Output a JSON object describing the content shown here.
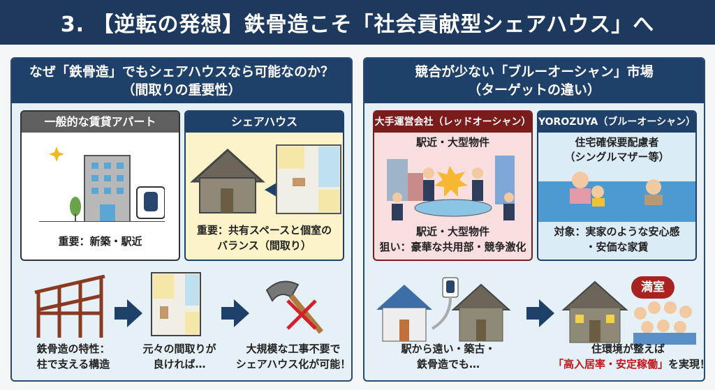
{
  "title": "3. 【逆転の発想】鉄骨造こそ「社会貢献型シェアハウス」へ",
  "left": {
    "heading": "なぜ「鉄骨造」でもシェアハウスなら可能なのか？",
    "subheading": "（間取りの重要性）",
    "card_apartment": {
      "title": "一般的な賃貸アパート",
      "text": "重要：新築・駅近"
    },
    "card_sharehouse": {
      "title": "シェアハウス",
      "text_line1": "重要：共有スペースと個室の",
      "text_line2": "バランス（間取り）"
    },
    "steps": [
      {
        "line1": "鉄骨造の特性：",
        "line2": "柱で支える構造"
      },
      {
        "line1": "元々の間取りが",
        "line2": "良ければ…"
      },
      {
        "line1": "大規模な工事不要で",
        "line2": "シェアハウス化が可能！"
      }
    ]
  },
  "right": {
    "heading": "競合が少ない「ブルーオーシャン」市場",
    "subheading": "（ターゲットの違い）",
    "card_red": {
      "title": "大手運営会社（レッドオーシャン）",
      "top": "駅近・大型物件",
      "line1": "駅近・大型物件",
      "line2": "狙い：豪華な共用部・競争激化"
    },
    "card_blue": {
      "title": "YOROZUYA（ブルーオーシャン）",
      "top1": "住宅確保要配慮者",
      "top2": "（シングルマザー等）",
      "line1": "対象：実家のような安心感",
      "line2": "・安価な家賃"
    },
    "step_before": {
      "line1": "駅から遠い・築古・",
      "line2": "鉄骨造でも…"
    },
    "step_after": {
      "line1": "住環境が整えば",
      "highlight": "「高入居率・安定稼働」",
      "suffix": "を実現！"
    },
    "badge": "満室"
  },
  "colors": {
    "navy": "#1d3a5e",
    "red": "#c0161b",
    "sharehouse_bg": "#fdf3c8",
    "red_bg": "#f8dede"
  }
}
